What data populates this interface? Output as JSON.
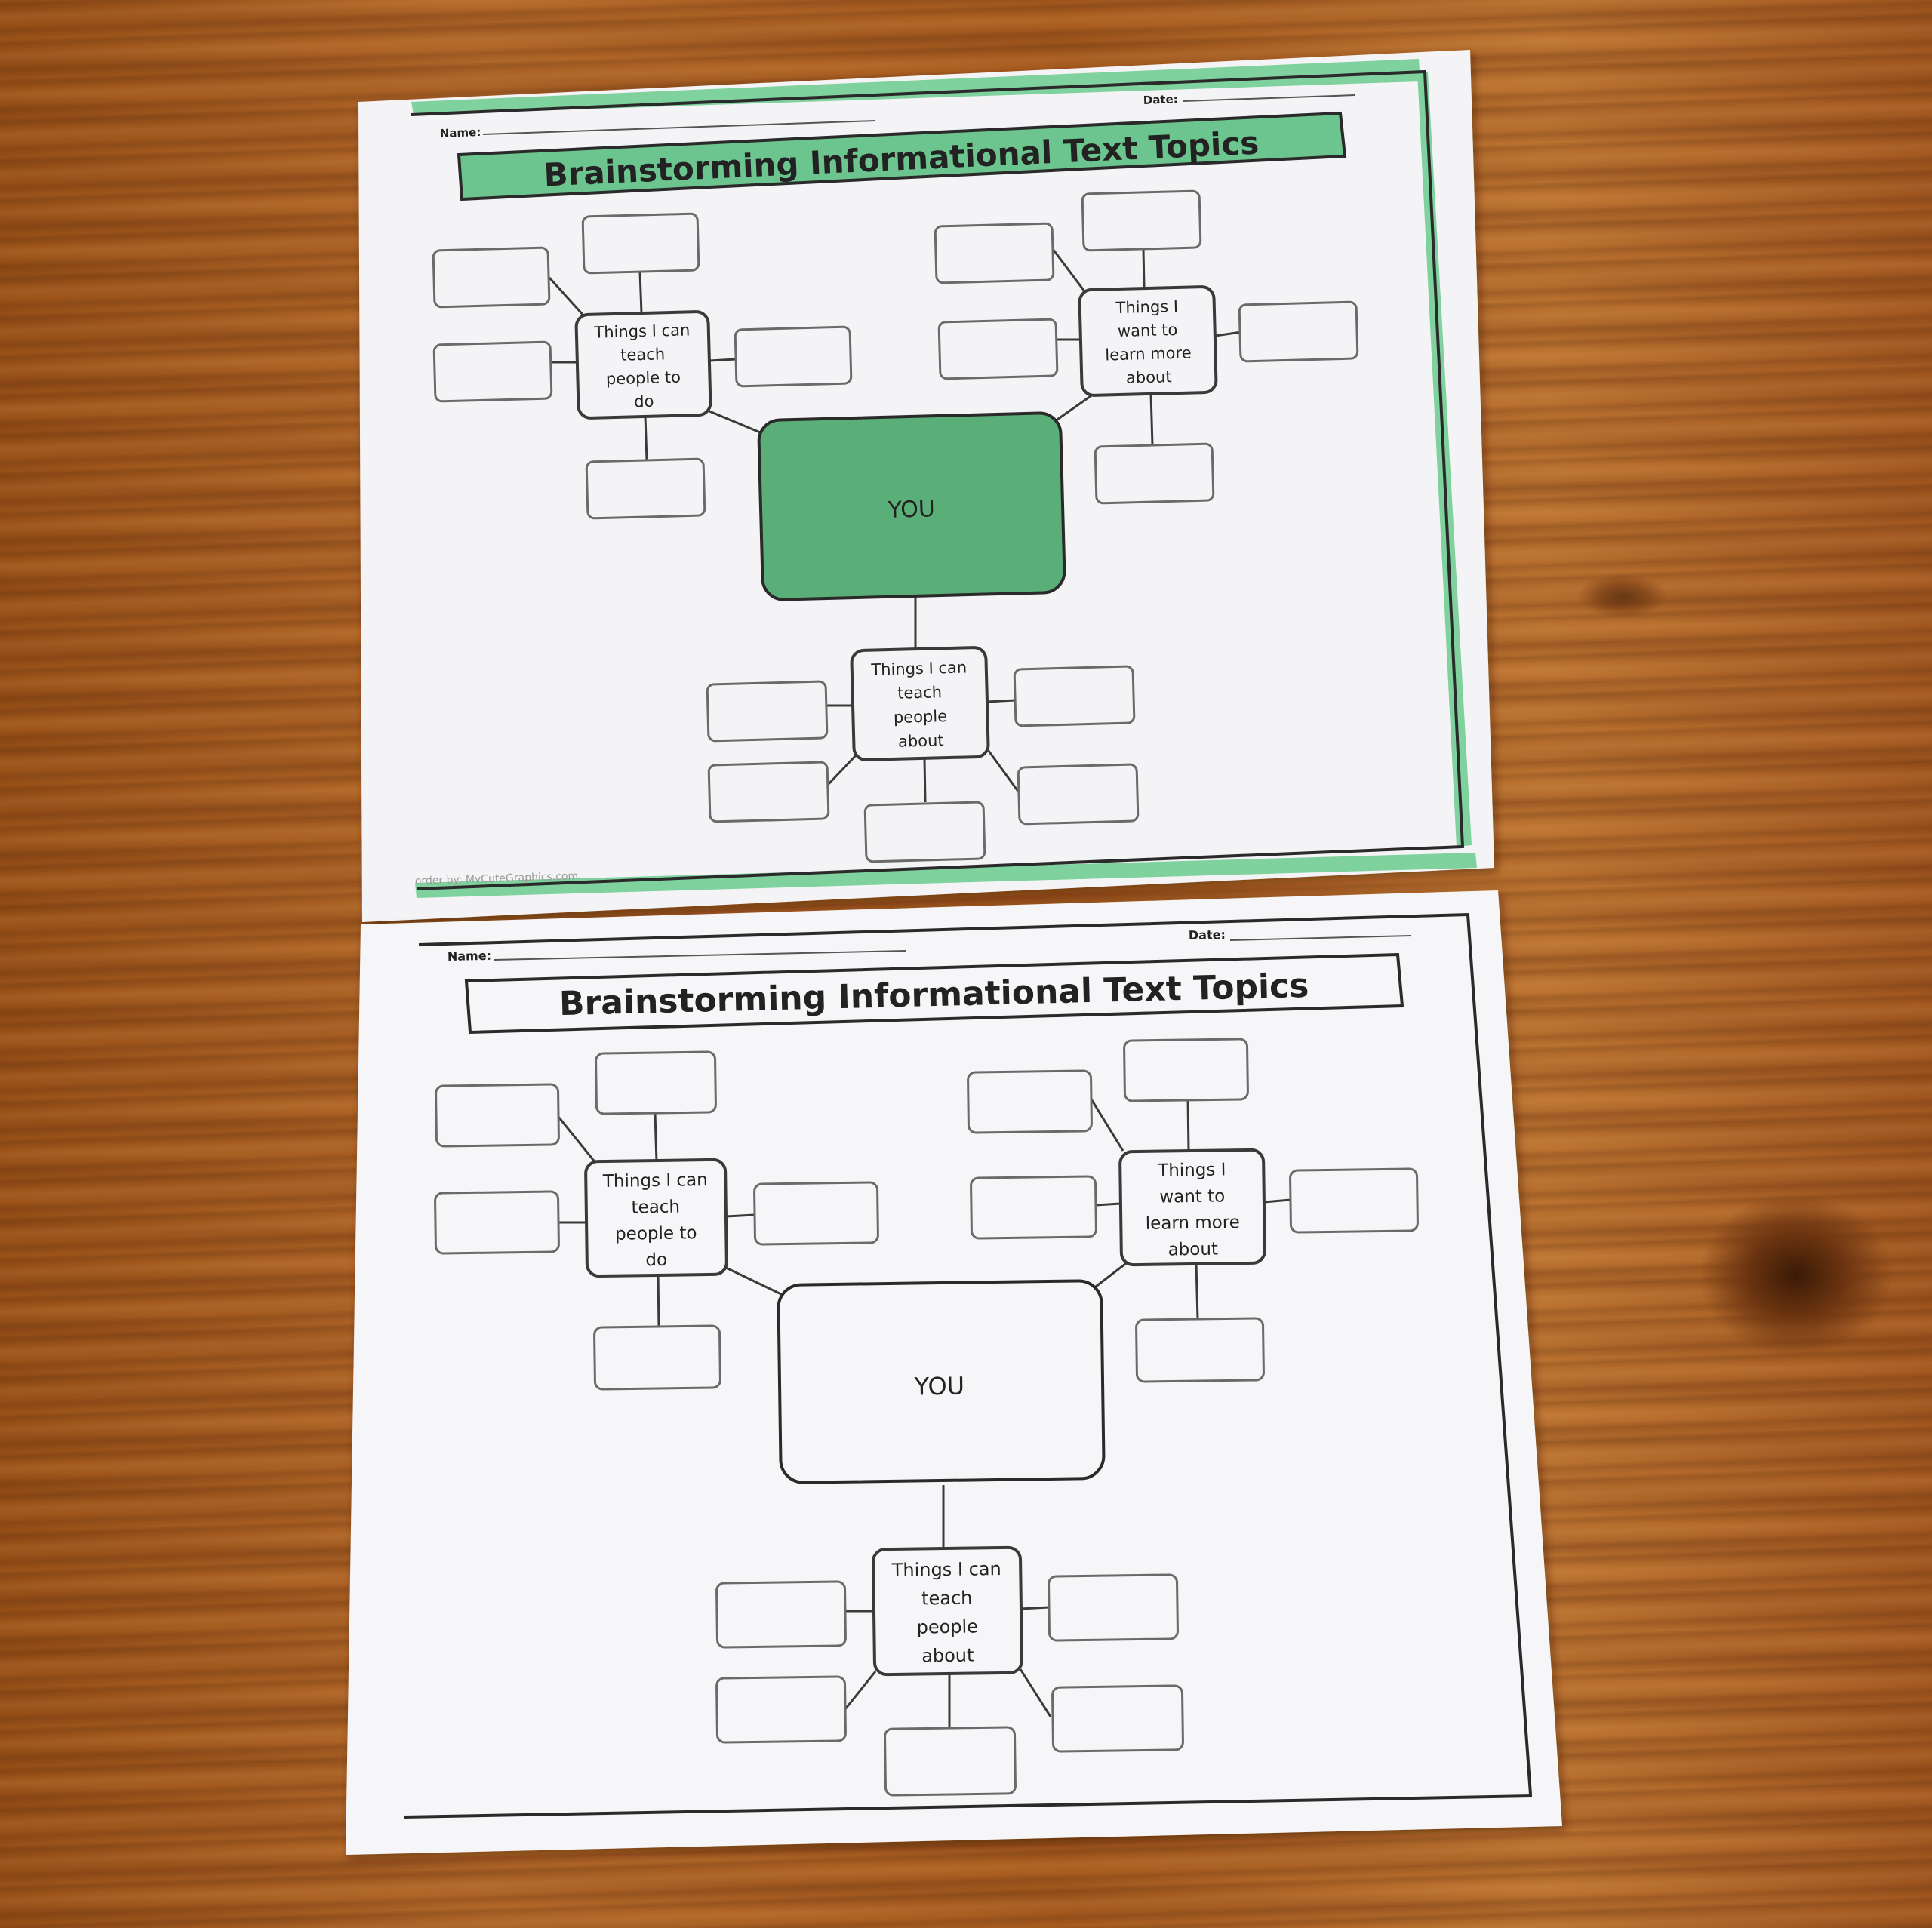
{
  "sheets": [
    {
      "name_label": "Name:",
      "date_label": "Date:",
      "title": "Brainstorming Informational Text Topics",
      "center_label": "YOU",
      "bubble_teach_do": [
        "Things I can",
        "teach",
        "people to",
        "do"
      ],
      "bubble_learn": [
        "Things I",
        "want to",
        "learn more",
        "about"
      ],
      "bubble_teach_about": [
        "Things I can",
        "teach",
        "people",
        "about"
      ],
      "credit": "order by: MyCuteGraphics.com",
      "accent_color": "#6cc58e",
      "center_fill": "#5aae78"
    },
    {
      "name_label": "Name:",
      "date_label": "Date:",
      "title": "Brainstorming Informational Text Topics",
      "center_label": "YOU",
      "bubble_teach_do": [
        "Things I can",
        "teach",
        "people to",
        "do"
      ],
      "bubble_learn": [
        "Things I",
        "want to",
        "learn more",
        "about"
      ],
      "bubble_teach_about": [
        "Things I can",
        "teach",
        "people",
        "about"
      ]
    }
  ]
}
